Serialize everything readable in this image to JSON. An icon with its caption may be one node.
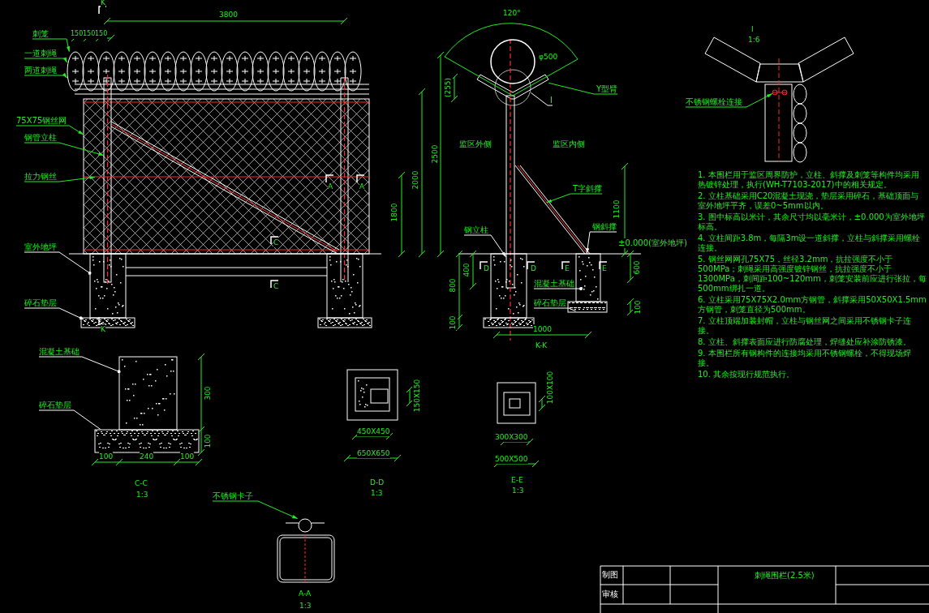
{
  "diagram": {
    "nodes": [
      {
        "text": [
          "刺笼"
        ]
      },
      {
        "text": [
          "一道刺绳"
        ]
      },
      {
        "text": [
          "两道刺绳"
        ]
      },
      {
        "text": [
          "75X75钢丝网"
        ]
      },
      {
        "text": [
          "钢管立柱"
        ]
      },
      {
        "text": [
          "拉力钢丝"
        ]
      },
      {
        "text": [
          "室外地坪"
        ]
      },
      {
        "text": [
          "碎石垫层"
        ]
      },
      {
        "text": [
          "Y型臂"
        ]
      },
      {
        "text": [
          "I"
        ]
      },
      {
        "text": [
          "T字斜撑"
        ]
      },
      {
        "text": [
          "钢立柱"
        ]
      },
      {
        "text": [
          "钢斜撑"
        ]
      },
      {
        "text": [
          "混凝土基础"
        ]
      },
      {
        "text": [
          "碎石垫层"
        ]
      },
      {
        "text": [
          "不锈钢螺栓连接"
        ]
      },
      {
        "text": [
          "混凝土基础"
        ]
      },
      {
        "text": [
          "碎石垫层"
        ]
      },
      {
        "text": [
          "不锈钢卡子"
        ]
      },
      {
        "text": [],
        "shape": "picture"
      },
      {
        "text": [],
        "shape": "picture"
      },
      {
        "text": [],
        "shape": "bar",
        "in": 20
      },
      {
        "text": [],
        "shape": "bar",
        "in": 20
      },
      {
        "text": [],
        "shape": "box"
      },
      {
        "text": [],
        "shape": "box"
      },
      {
        "text": [],
        "shape": "picture"
      },
      {
        "text": [],
        "shape": "circle"
      },
      {
        "text": [],
        "shape": "bar"
      },
      {
        "text": [],
        "shape": "bar"
      },
      {
        "text": [],
        "shape": "box"
      },
      {
        "text": [],
        "shape": "box"
      },
      {
        "text": [],
        "shape": "picture"
      },
      {
        "text": [],
        "shape": "box"
      },
      {
        "text": [],
        "shape": "box"
      },
      {
        "text": [],
        "shape": "picture"
      },
      {
        "text": [],
        "shape": "picture"
      },
      {
        "text": [],
        "shape": "box"
      },
      {
        "text": [],
        "shape": "box"
      },
      {
        "text": [],
        "shape": "box"
      }
    ],
    "edges": [
      {
        "from": 0,
        "to": 19,
        "arrow": "to"
      },
      {
        "from": 1,
        "to": 19,
        "arrow": "to"
      },
      {
        "from": 2,
        "to": 19,
        "arrow": "to"
      },
      {
        "from": 3,
        "to": 20,
        "arrow": "to"
      },
      {
        "from": 4,
        "to": 21,
        "arrow": "to"
      },
      {
        "from": 5,
        "to": 22,
        "arrow": "to"
      },
      {
        "from": 6,
        "to": 23,
        "arrow": "other",
        "color": "#ffffff"
      },
      {
        "from": 7,
        "to": 24,
        "arrow": "other",
        "color": "#ffffff"
      },
      {
        "from": 8,
        "to": 25,
        "arrow": "none"
      },
      {
        "from": 9,
        "to": 26,
        "arrow": "none",
        "color": "#ffffff"
      },
      {
        "from": 10,
        "to": 28,
        "arrow": "to"
      },
      {
        "from": 11,
        "to": 27,
        "arrow": "to",
        "color": "#ffffff"
      },
      {
        "from": 12,
        "to": 29,
        "arrow": "to",
        "color": "#ffffff"
      },
      {
        "from": 13,
        "to": 29,
        "arrow": "other",
        "color": "#ffffff"
      },
      {
        "from": 14,
        "to": 30,
        "arrow": "none",
        "color": "#ffffff"
      },
      {
        "from": 15,
        "to": 31,
        "arrow": "to"
      },
      {
        "from": 16,
        "to": 32,
        "arrow": "other",
        "color": "#ffffff"
      },
      {
        "from": 17,
        "to": 33,
        "arrow": "none",
        "color": "#ffffff"
      },
      {
        "from": 18,
        "to": 34,
        "arrow": "to"
      }
    ],
    "labels": [
      "3800",
      "150",
      "150",
      "150",
      "120°",
      "φ500",
      "(255)",
      "2500",
      "2000",
      "1800",
      "A",
      "A",
      "C",
      "C",
      "K",
      "K",
      "监区外侧",
      "监区内侧",
      "1100",
      "±0.000(室外地坪)",
      "D",
      "D",
      "E",
      "E",
      "400",
      "800",
      "600",
      "100",
      "100",
      "1000",
      "K-K",
      "I",
      "1:6",
      "1. 本围栏用于监区周界防护，立柱、斜撑及刺笼等构件均采用热镀锌处理，执行(WH-T7103-2017)中的相关规定。",
      "2. 立柱基础采用C20混凝土现浇，垫层采用碎石，基础顶面与室外地坪平齐，误差0~5mm以内。",
      "3. 图中标高以米计，其余尺寸均以毫米计，±0.000为室外地坪标高。",
      "4. 立柱间距3.8m，每隔3m设一道斜撑，立柱与斜撑采用螺栓连接。",
      "5. 钢丝网网孔75X75，丝径3.2mm，抗拉强度不小于500MPa；刺绳采用高强度镀锌钢丝，抗拉强度不小于1300MPa，刺间距100~120mm，刺笼安装前应进行张拉，每500mm绑扎一道。",
      "6. 立柱采用75X75X2.0mm方钢管，斜撑采用50X50X1.5mm方钢管，刺笼直径为500mm。",
      "7. 立柱顶端加装封帽，立柱与钢丝网之间采用不锈钢卡子连接。",
      "8. 立柱、斜撑表面应进行防腐处理，焊缝处应补涂防锈漆。",
      "9. 本围栏所有钢构件的连接均采用不锈钢螺栓，不得现场焊接。",
      "10. 其余按现行规范执行。",
      "300",
      "100",
      "100",
      "240",
      "100",
      "C-C",
      "1:3",
      "150X150",
      "450X450",
      "650X650",
      "D-D",
      "1:3",
      "100X100",
      "300X300",
      "500X500",
      "E-E",
      "1:3",
      "A-A",
      "1:3",
      "制图",
      "审核",
      "刺绳围栏(2.5米)"
    ]
  }
}
